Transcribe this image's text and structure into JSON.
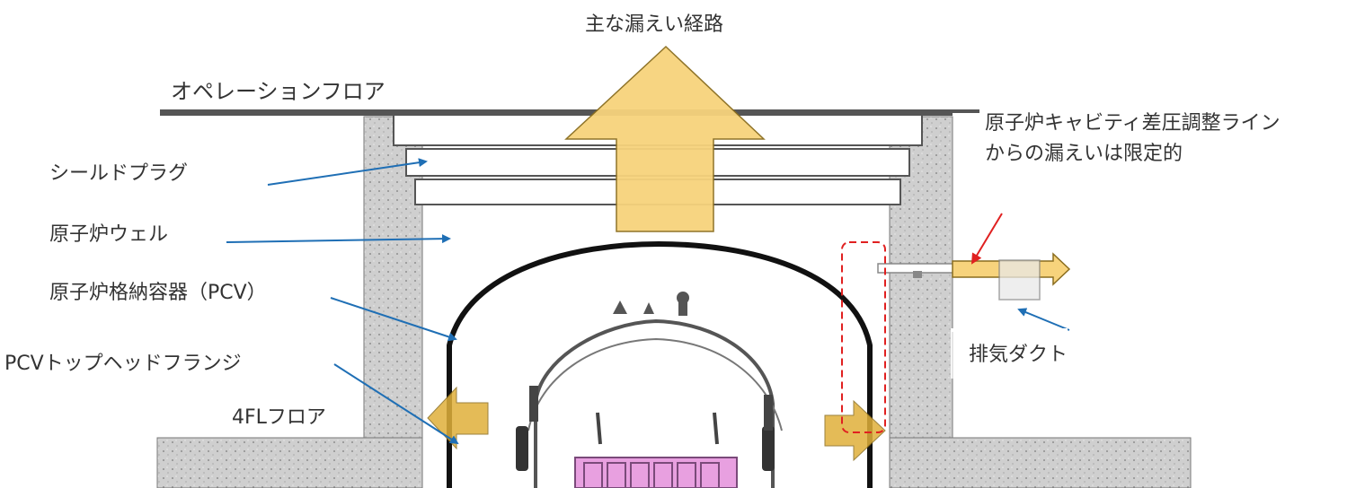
{
  "labels": {
    "main_leak_path": "主な漏えい経路",
    "operation_floor": "オペレーションフロア",
    "shield_plug": "シールドプラグ",
    "reactor_well": "原子炉ウェル",
    "pcv": "原子炉格納容器（PCV）",
    "pcv_flange": "PCVトップヘッドフランジ",
    "floor_4fl": "4FLフロア",
    "cavity_line_1": "原子炉キャビティ差圧調整ライン",
    "cavity_line_2": "からの漏えいは限定的",
    "exhaust_duct": "排気ダクト"
  },
  "colors": {
    "concrete": "#cfcfcf",
    "leak_arrow": "#f7d37c",
    "leak_arrow_edge": "#8a6d1e",
    "flange_arrow": "#e0b03a",
    "pointer_blue": "#1f6fb5",
    "pointer_red": "#e02020",
    "rpv_pink": "#e8a0e0"
  }
}
